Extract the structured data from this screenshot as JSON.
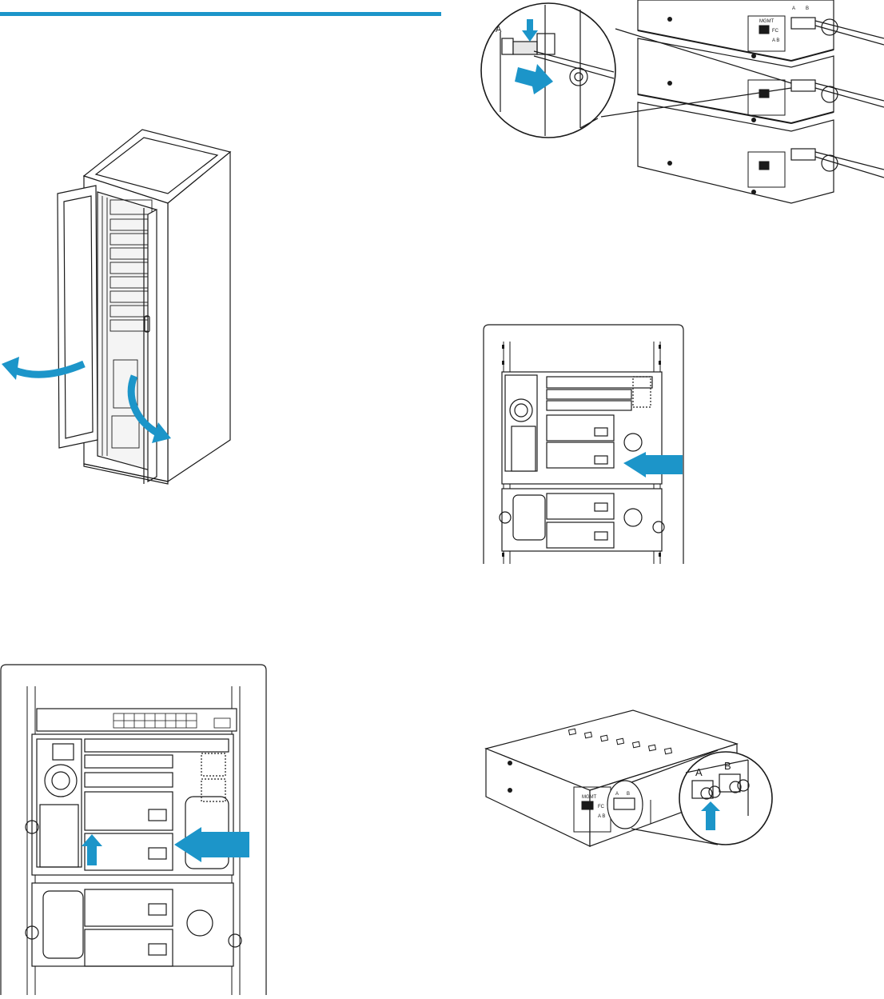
{
  "colors": {
    "accent": "#1c95c9",
    "line": "#1a1a1a",
    "fill_gray": "#e6e6e6"
  },
  "figures": {
    "cabinet": {
      "icons": [
        "door-open-arrow-icon",
        "panel-open-arrow-icon"
      ]
    },
    "cable_detail": {
      "callout_port_label": "A",
      "panel_port_a": "A",
      "panel_port_b": "B",
      "panel_mgmt": "MGMT",
      "panel_fc": "FC",
      "panel_ab": "A B",
      "icons": [
        "press-down-arrow-icon",
        "pull-out-arrow-icon"
      ]
    },
    "rack_insert_small": {
      "icons": [
        "insert-arrow-icon"
      ]
    },
    "rack_insert_large": {
      "icons": [
        "insert-arrow-icon",
        "latch-up-arrow-icon"
      ]
    },
    "module_ports": {
      "port_a": "A",
      "port_b": "B",
      "small_a": "A",
      "small_b": "B",
      "mgmt": "MGMT",
      "fc": "FC",
      "ab": "A B",
      "icons": [
        "push-up-arrow-icon"
      ]
    }
  }
}
